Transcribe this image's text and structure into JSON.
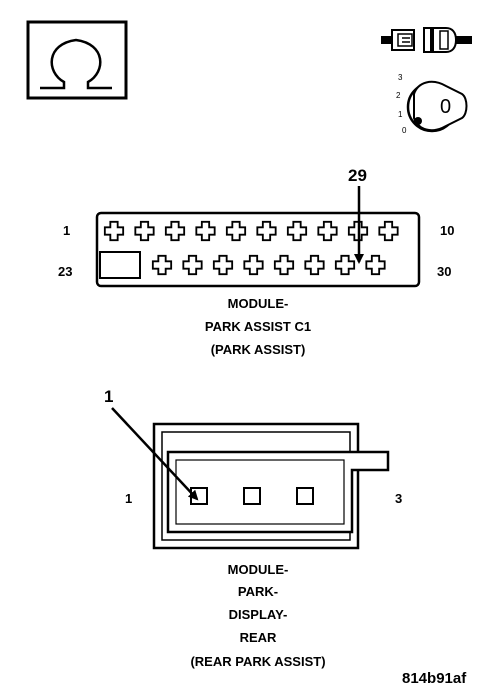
{
  "icons": {
    "ohmmeter": "ohm-symbol-icon",
    "disconnect": "connector-disconnect-icon",
    "ignition": "ignition-key-icon"
  },
  "ignition_switch": {
    "positions": [
      "3",
      "2",
      "1",
      "0"
    ],
    "key_label": "0"
  },
  "connector_c1": {
    "callout": "29",
    "pin_top_left": "1",
    "pin_top_right": "10",
    "pin_bottom_left": "23",
    "pin_bottom_right": "30",
    "caption": [
      "MODULE-",
      "PARK ASSIST C1",
      "(PARK ASSIST)"
    ]
  },
  "connector_display": {
    "callout": "1",
    "pin_left": "1",
    "pin_right": "3",
    "caption": [
      "MODULE-",
      "PARK-",
      "DISPLAY-",
      "REAR",
      "(REAR PARK ASSIST)"
    ]
  },
  "figure_id": "814b91af"
}
